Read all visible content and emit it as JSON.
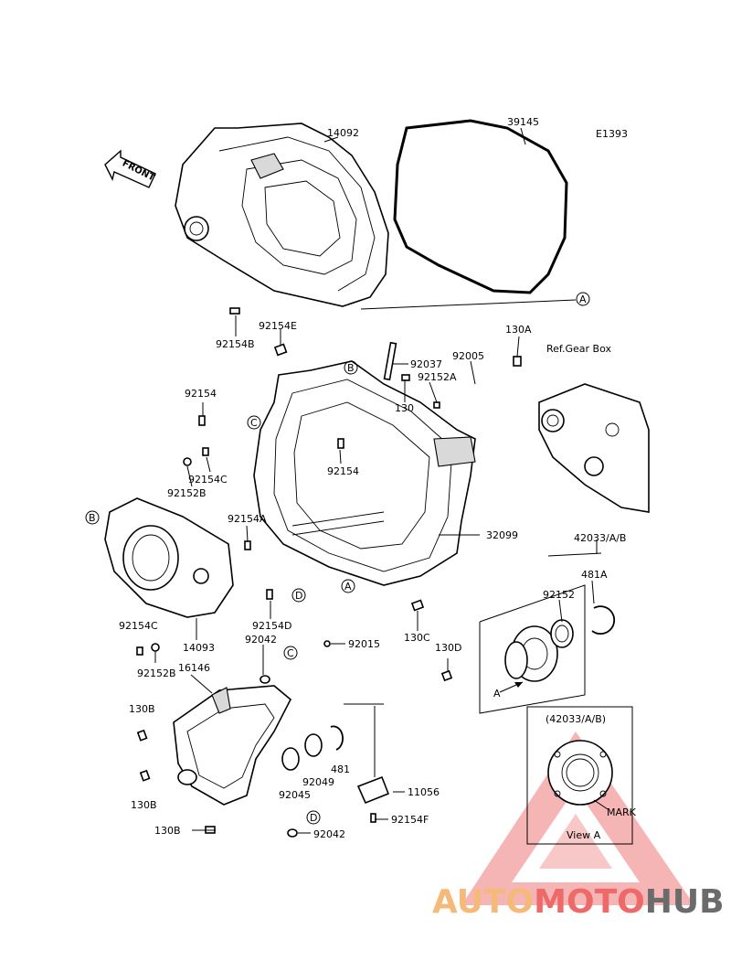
{
  "diagram_code": "E1393",
  "front_arrow_label": "FRONT",
  "ref_label": "Ref.Gear Box",
  "parts": {
    "p14092": "14092",
    "p39145": "39145",
    "p92154B": "92154B",
    "p92154E": "92154E",
    "p92037": "92037",
    "p92005": "92005",
    "p130A": "130A",
    "p92152A": "92152A",
    "p130": "130",
    "p92154_top": "92154",
    "p92154C_top": "92154C",
    "p92152B_top": "92152B",
    "p92154_mid": "92154",
    "p92154A": "92154A",
    "p32099": "32099",
    "p42033": "42033/A/B",
    "p481A": "481A",
    "p92152": "92152",
    "p92154D": "92154D",
    "p130C": "130C",
    "p92154C_bot": "92154C",
    "p14093": "14093",
    "p92152B_bot": "92152B",
    "p92042_top": "92042",
    "p92015": "92015",
    "p16146": "16146",
    "p130D": "130D",
    "p130B_1": "130B",
    "p130B_2": "130B",
    "p130B_3": "130B",
    "p92045": "92045",
    "p92049": "92049",
    "p481": "481",
    "p11056": "11056",
    "p92154F": "92154F",
    "p92042_bot": "92042"
  },
  "callouts": {
    "a1": "A",
    "a2": "A",
    "a3": "A",
    "b1": "B",
    "b2": "B",
    "c1": "C",
    "c2": "C",
    "d1": "D",
    "d2": "D"
  },
  "view_a": {
    "title": "(42033/A/B)",
    "mark": "MARK",
    "caption": "View A"
  },
  "watermark": {
    "part1": "AUTO",
    "part2": "MOTO",
    "part3": "HUB",
    "color1": "#f5b97a",
    "color2": "#ee6a6a",
    "color3": "#6b6b6b"
  }
}
